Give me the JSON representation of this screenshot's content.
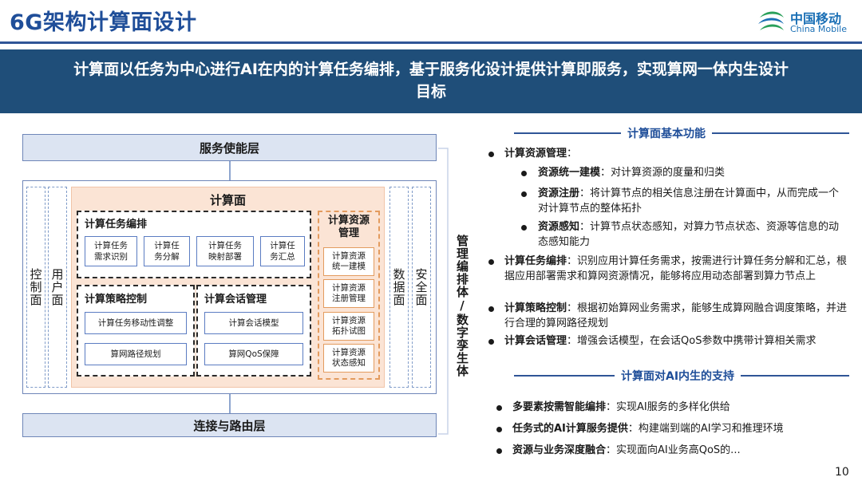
{
  "header": {
    "title": "6G架构计算面设计",
    "logo_cn": "中国移动",
    "logo_en": "China Mobile"
  },
  "banner": {
    "line1": "计算面以任务为中心进行AI在内的计算任务编排，基于服务化设计提供计算即服务，实现算网一体内生设计",
    "line2": "目标"
  },
  "diagram": {
    "top_layer": "服务使能层",
    "bottom_layer": "连接与路由层",
    "left_planes": [
      "控制面",
      "用户面"
    ],
    "right_planes": [
      "数据面",
      "安全面"
    ],
    "compute_plane": "计算面",
    "task_orchestration": {
      "title": "计算任务编排",
      "items": [
        "计算任务\n需求识别",
        "计算任\n务分解",
        "计算任务\n映射部署",
        "计算任\n务汇总"
      ]
    },
    "strategy_control": {
      "title": "计算策略控制",
      "items": [
        "计算任务移动性调整",
        "算网路径规划"
      ]
    },
    "session_management": {
      "title": "计算会话管理",
      "items": [
        "计算会话模型",
        "算网QoS保障"
      ]
    },
    "resource_management": {
      "title": "计算资源\n管理",
      "items": [
        "计算资源\n统一建模",
        "计算资源\n注册管理",
        "计算资源\n拓扑试图",
        "计算资源\n状态感知"
      ]
    },
    "management_label": "管理编排体/数字孪生体"
  },
  "right": {
    "section1_title": "计算面基本功能",
    "section2_title": "计算面对AI内生的支持",
    "b1_head": "计算资源管理",
    "b1_tail": "：",
    "b1_sub1_head": "资源统一建模",
    "b1_sub1_text": "：对计算资源的度量和归类",
    "b1_sub2_head": "资源注册",
    "b1_sub2_text": "：将计算节点的相关信息注册在计算面中，从而完成一个对计算节点的整体拓扑",
    "b1_sub3_head": "资源感知",
    "b1_sub3_text": "：计算节点状态感知，对算力节点状态、资源等信息的动态感知能力",
    "b2_head": "计算任务编排",
    "b2_text": "：识别应用计算任务需求，按需进行计算任务分解和汇总，根据应用部署需求和算网资源情况，能够将应用动态部署到算力节点上",
    "b3_head": "计算策略控制",
    "b3_text": "：根据初始算网业务需求，能够生成算网融合调度策略，并进行合理的算网路径规划",
    "b4_head": "计算会话管理",
    "b4_text": "：增强会话模型，在会话QoS参数中携带计算相关需求",
    "c1_head": "多要素按需智能编排",
    "c1_text": "：实现AI服务的多样化供给",
    "c2_head": "任务式的AI计算服务提供",
    "c2_text": "：构建端到端的AI学习和推理环境",
    "c3_head": "资源与业务深度融合",
    "c3_text": "：实现面向AI业务高QoS的..."
  },
  "page_number": "10"
}
